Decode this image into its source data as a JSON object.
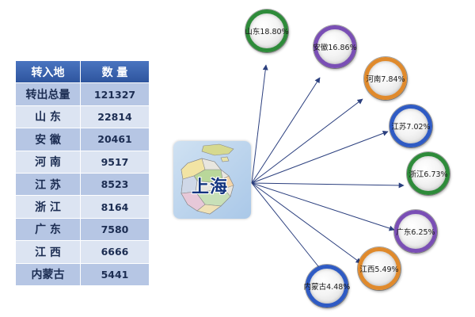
{
  "table": {
    "headers": [
      "转入地",
      "数 量"
    ],
    "rows": [
      {
        "place": "转出总量",
        "value": "121327"
      },
      {
        "place": "山 东",
        "value": "22814"
      },
      {
        "place": "安 徽",
        "value": "20461"
      },
      {
        "place": "河 南",
        "value": "9517"
      },
      {
        "place": "江 苏",
        "value": "8523"
      },
      {
        "place": "浙 江",
        "value": "8164"
      },
      {
        "place": "广 东",
        "value": "7580"
      },
      {
        "place": "江 西",
        "value": "6666"
      },
      {
        "place": "内蒙古",
        "value": "5441"
      }
    ]
  },
  "map": {
    "label": "上海"
  },
  "circles": [
    {
      "label": "山东18.80%",
      "color": "#2e8b3a"
    },
    {
      "label": "安徽16.86%",
      "color": "#7a4fb5"
    },
    {
      "label": "河南7.84%",
      "color": "#e08a2c"
    },
    {
      "label": "江苏7.02%",
      "color": "#2f5bc4"
    },
    {
      "label": "浙江6.73%",
      "color": "#2e8b3a"
    },
    {
      "label": "广东6.25%",
      "color": "#7a4fb5"
    },
    {
      "label": "江西5.49%",
      "color": "#e08a2c"
    },
    {
      "label": "内蒙古4.48%",
      "color": "#2f5bc4"
    }
  ],
  "colors": {
    "arrow": "#2b3f7e",
    "table_header": "#3a63ae",
    "table_dark": "#b6c6e4",
    "table_light": "#dce4f2"
  }
}
